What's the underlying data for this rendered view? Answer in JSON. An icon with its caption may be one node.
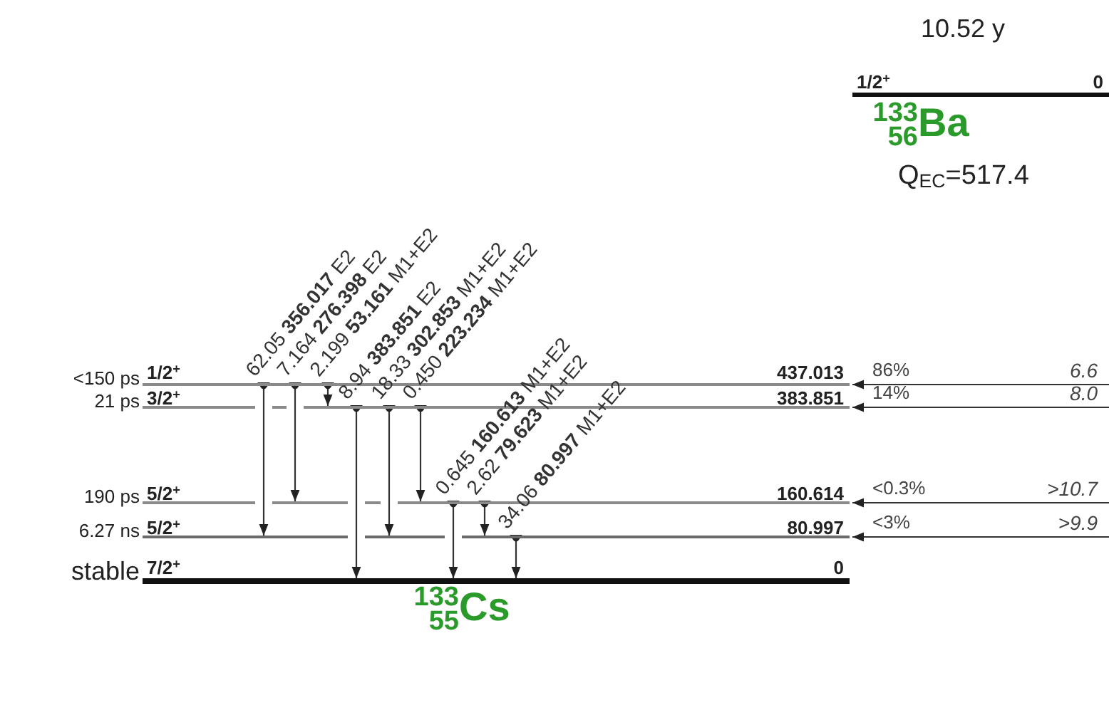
{
  "diagram": {
    "nodes": [
      {
        "text": [
          "1/2$^{+}$",
          "0"
        ],
        "beside": [
          "10.52 y"
        ]
      },
      {
        "text": [
          "1/2$^{+}$",
          "437.013"
        ],
        "beside": [
          "<150 ps"
        ]
      },
      {
        "text": [
          "3/2$^{+}$",
          "383.851"
        ],
        "beside": [
          "21 ps"
        ]
      },
      {
        "text": [
          "5/2$^{+}$",
          "160.614"
        ],
        "beside": [
          "190 ps"
        ]
      },
      {
        "text": [
          "5/2$^{+}$",
          "80.997"
        ],
        "beside": [
          "6.27 ns"
        ]
      },
      {
        "text": [
          "7/2$^{+}$",
          "0"
        ],
        "beside": [
          "stable"
        ]
      }
    ],
    "edges": [
      {
        "from": 1,
        "to": 4,
        "arrow": "to",
        "label": "62.05 **356.017** E2"
      },
      {
        "from": 1,
        "to": 3,
        "arrow": "to",
        "label": "7.164 **276.398** E2"
      },
      {
        "from": 1,
        "to": 2,
        "arrow": "to",
        "label": "2.199 **53.161** M1+E2"
      },
      {
        "from": 2,
        "to": 5,
        "arrow": "to",
        "label": "8.94 **383.851** E2"
      },
      {
        "from": 2,
        "to": 4,
        "arrow": "to",
        "label": "18.33 **302.853** M1+E2"
      },
      {
        "from": 2,
        "to": 3,
        "arrow": "to",
        "label": "0.450 **223.234** M1+E2"
      },
      {
        "from": 3,
        "to": 5,
        "arrow": "to",
        "label": "0.645 **160.613** M1+E2"
      },
      {
        "from": 3,
        "to": 4,
        "arrow": "to",
        "label": "2.62 **79.623** M1+E2"
      },
      {
        "from": 4,
        "to": 5,
        "arrow": "to",
        "label": "34.06 **80.997** M1+E2"
      },
      {
        "from": null,
        "to": 1,
        "arrow": "to",
        "label": "86%"
      },
      {
        "from": null,
        "to": 2,
        "arrow": "to",
        "label": "14%"
      },
      {
        "from": null,
        "to": 3,
        "arrow": "to",
        "label": "<0.3%"
      },
      {
        "from": null,
        "to": 4,
        "arrow": "to",
        "label": "<3%"
      }
    ],
    "labels": [
      "$^{133}$$_{56}$Ba",
      "Q$_{EC}$=517.4",
      "6.6",
      "8.0",
      ">10.7",
      ">9.9",
      "$^{133}$$_{55}$Cs"
    ]
  }
}
